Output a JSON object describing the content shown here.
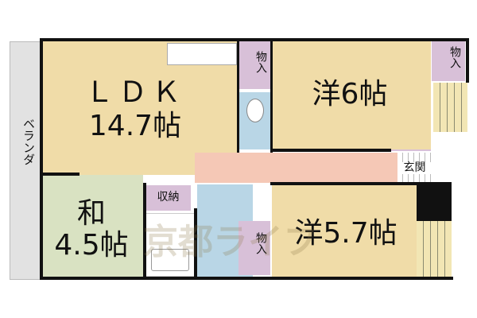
{
  "rooms": {
    "balcony": "ベランダ",
    "ldk_name": "ＬＤＫ",
    "ldk_size": "14.7帖",
    "washitsu_name": "和",
    "washitsu_size": "4.5帖",
    "western1": "洋6帖",
    "western2": "洋5.7帖",
    "storage": "収納",
    "closet1": "物入",
    "closet2": "物入",
    "closet3": "物入",
    "entrance": "玄関"
  },
  "watermark": "京都ライフ",
  "colors": {
    "ldk": "#f0dca8",
    "washitsu": "#d9e2c2",
    "closet": "#d8c0d8",
    "water": "#b9d6e6",
    "hall": "#f5c8b6",
    "balcony": "#e2e2e2"
  }
}
